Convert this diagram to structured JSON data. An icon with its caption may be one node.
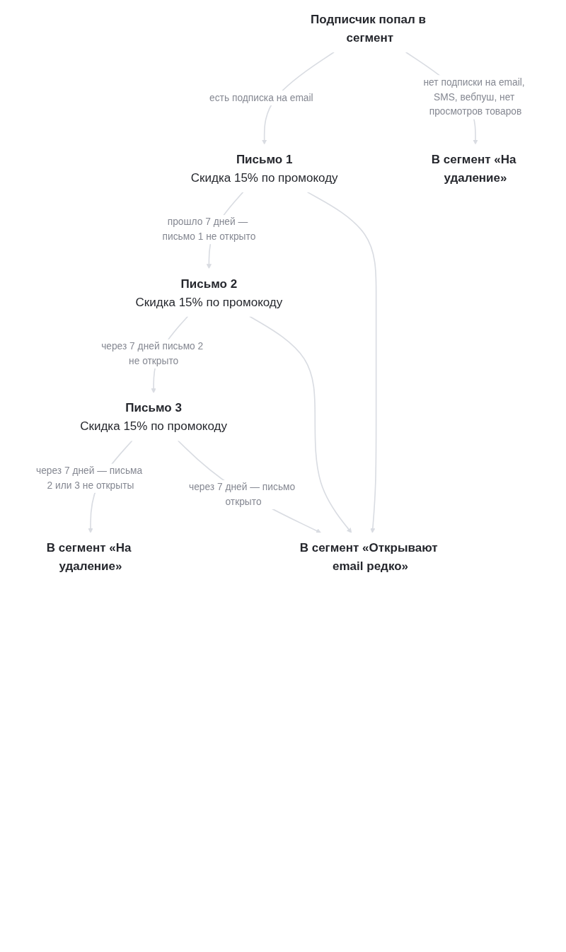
{
  "diagram": {
    "nodes": [
      {
        "text": [
          "Подписчик попал в сегмент"
        ]
      },
      {
        "text": [
          "Письмо 1",
          "Скидка 15% по промокоду"
        ]
      },
      {
        "text": [
          "В сегмент «На удаление»"
        ]
      },
      {
        "text": [
          "Письмо 2",
          "Скидка 15% по промокоду"
        ]
      },
      {
        "text": [
          "Письмо 3",
          "Скидка 15% по промокоду"
        ]
      },
      {
        "text": [
          "В сегмент «На удаление»"
        ]
      },
      {
        "text": [
          "В сегмент «Открывают email редко»"
        ]
      }
    ],
    "edges": [
      {
        "from": 0,
        "to": 1,
        "arrow": "to",
        "label": "есть подписка на email"
      },
      {
        "from": 0,
        "to": 2,
        "arrow": "to",
        "label": "нет подписки на email, SMS, вебпуш, нет просмотров товаров"
      },
      {
        "from": 1,
        "to": 3,
        "arrow": "to",
        "label": "прошло 7 дней — письмо 1 не открыто"
      },
      {
        "from": 1,
        "to": 6,
        "arrow": "to"
      },
      {
        "from": 3,
        "to": 4,
        "arrow": "to",
        "label": "через 7 дней письмо 2 не открыто"
      },
      {
        "from": 3,
        "to": 6,
        "arrow": "to"
      },
      {
        "from": 4,
        "to": 5,
        "arrow": "to",
        "label": "через 7 дней — письма 2 или 3 не открыты"
      },
      {
        "from": 4,
        "to": 6,
        "arrow": "to",
        "label": "через 7 дней — письмо открыто"
      }
    ]
  }
}
